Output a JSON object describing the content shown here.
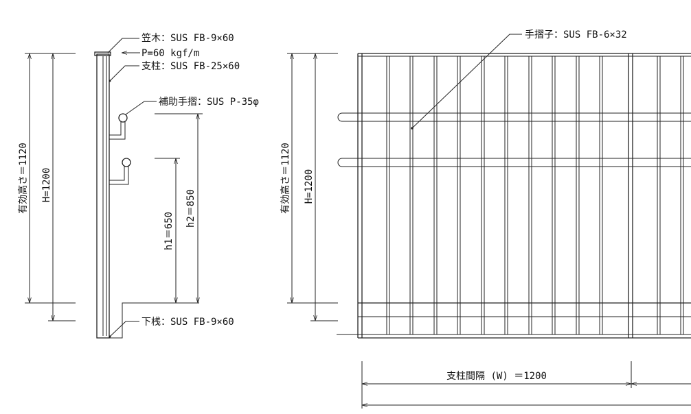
{
  "side_view": {
    "callout_top_rail": "笠木：SUS FB-9×60",
    "callout_load": "P=60 kgf/m",
    "callout_post": "支柱：SUS FB-25×60",
    "callout_handrail": "補助手摺：SUS P-35φ",
    "callout_bottom_rail": "下桟：SUS FB-9×60",
    "dim_effective_height": "有効高さ＝1120",
    "dim_height": "H=1200",
    "dim_h1": "h1＝650",
    "dim_h2": "h2＝850"
  },
  "front_view": {
    "callout_baluster": "手摺子：SUS FB-6×32",
    "dim_effective_height": "有効高さ＝1120",
    "dim_height": "H=1200",
    "dim_post_spacing": "支柱間隔 (W) ＝1200"
  }
}
